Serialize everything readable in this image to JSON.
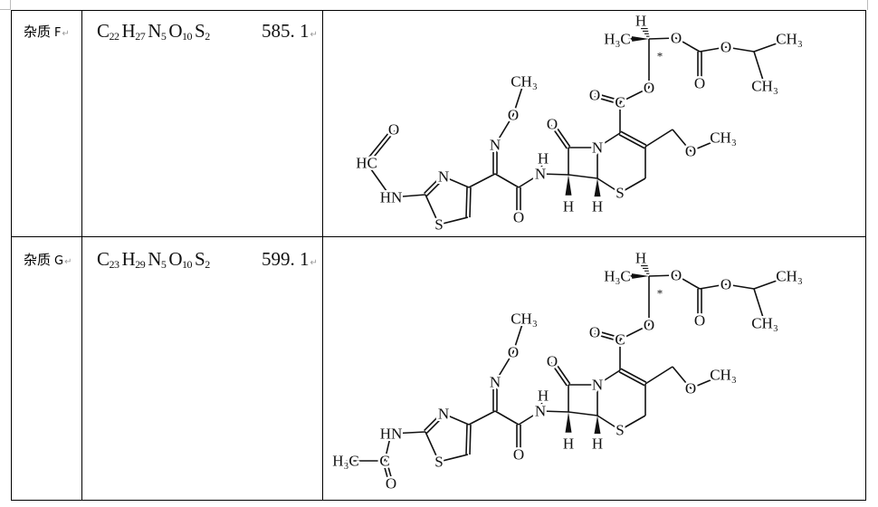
{
  "rows": [
    {
      "name": "杂质",
      "letter": "F",
      "formula": [
        [
          "C",
          "22"
        ],
        [
          "H",
          "27"
        ],
        [
          "N",
          "5"
        ],
        [
          "O",
          "10"
        ],
        [
          "S",
          "2"
        ]
      ],
      "mw": "585. 1",
      "structure_labels": [
        "H",
        "H₃C",
        "*",
        "O",
        "O",
        "O",
        "CH₃",
        "CH₃",
        "O",
        "C",
        "O",
        "S",
        "N",
        "O",
        "H",
        "H",
        "O",
        "CH₃",
        "N",
        "H",
        "O",
        "N",
        "O",
        "CH₃",
        "S",
        "N",
        "HN",
        "HC",
        "O"
      ]
    },
    {
      "name": "杂质",
      "letter": "G",
      "formula": [
        [
          "C",
          "23"
        ],
        [
          "H",
          "29"
        ],
        [
          "N",
          "5"
        ],
        [
          "O",
          "10"
        ],
        [
          "S",
          "2"
        ]
      ],
      "mw": "599. 1",
      "structure_labels": [
        "H",
        "H₃C",
        "*",
        "O",
        "O",
        "O",
        "CH₃",
        "CH₃",
        "O",
        "C",
        "O",
        "S",
        "N",
        "O",
        "H",
        "H",
        "O",
        "CH₃",
        "N",
        "H",
        "O",
        "N",
        "O",
        "CH₃",
        "S",
        "N",
        "HN",
        "C",
        "O",
        "H₃C"
      ]
    }
  ],
  "paragraph_mark": "↵"
}
